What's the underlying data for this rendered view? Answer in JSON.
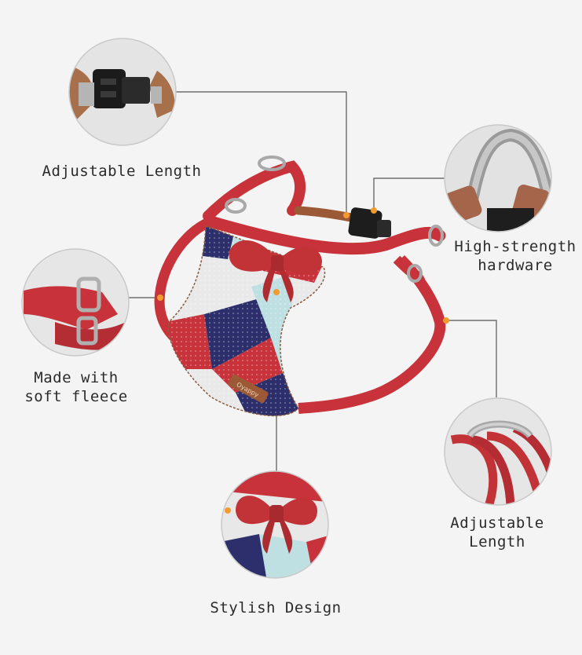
{
  "features": [
    {
      "id": "buckle",
      "lines": [
        "Adjustable Length"
      ]
    },
    {
      "id": "hardware",
      "lines": [
        "High-strength",
        "hardware"
      ]
    },
    {
      "id": "fleece",
      "lines": [
        "Made with",
        "soft fleece"
      ]
    },
    {
      "id": "strap",
      "lines": [
        "Adjustable",
        "Length"
      ]
    },
    {
      "id": "bow",
      "lines": [
        "Stylish Design"
      ]
    }
  ],
  "brand_tag": "Oyappy",
  "colors": {
    "background": "#f4f4f4",
    "strap_red": "#c8333b",
    "navy": "#2c2f6b",
    "light_blue": "#bfe0e3",
    "leather_brown": "#9b5a35",
    "callout_dot": "#f29a2e",
    "callout_line": "#555555",
    "circle_border": "#c9c9c9"
  }
}
